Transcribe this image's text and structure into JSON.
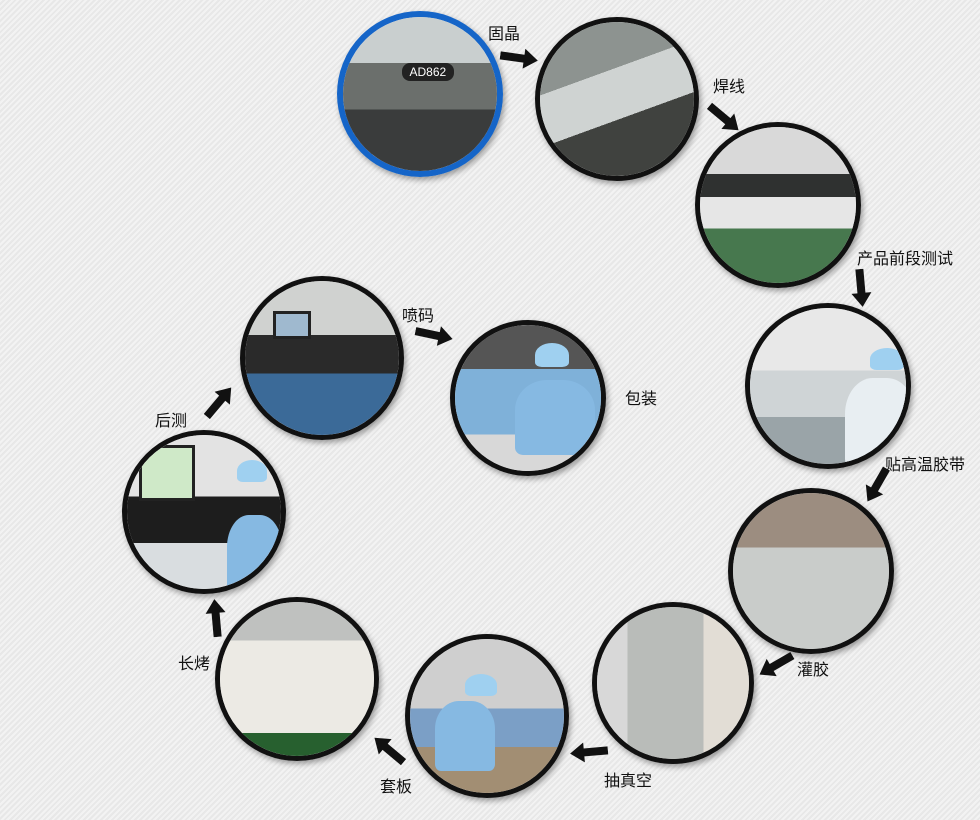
{
  "steps": [
    {
      "label": "固晶",
      "photo": "die-bonding-machine",
      "machine_text": "AD862"
    },
    {
      "label": "焊线",
      "photo": "wire-bonding-machine"
    },
    {
      "label": "产品前段测试",
      "photo": "front-end-testing"
    },
    {
      "label": "贴高温胶带",
      "photo": "high-temp-tape"
    },
    {
      "label": "灌胶",
      "photo": "glue-potting"
    },
    {
      "label": "抽真空",
      "photo": "vacuum-chamber"
    },
    {
      "label": "套板",
      "photo": "board-fitting"
    },
    {
      "label": "长烤",
      "photo": "long-baking-ovens"
    },
    {
      "label": "后测",
      "photo": "post-testing"
    },
    {
      "label": "喷码",
      "photo": "inkjet-coding"
    },
    {
      "label": "包装",
      "photo": "packaging"
    }
  ],
  "colors": {
    "first_border": "#1565c8",
    "border": "#111111",
    "arrow": "#111111"
  }
}
